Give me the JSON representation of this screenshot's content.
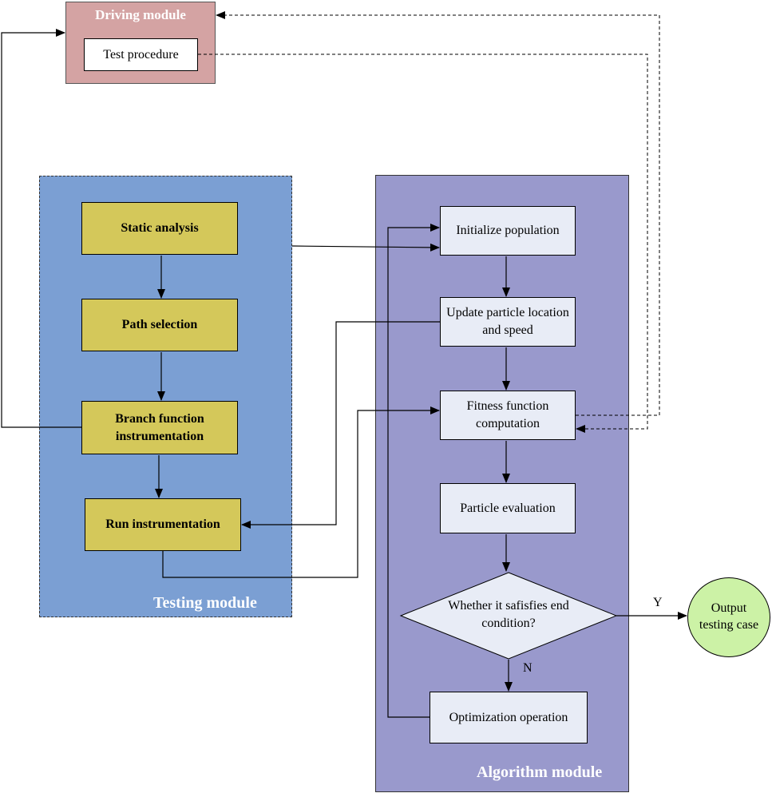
{
  "modules": {
    "driving": {
      "title": "Driving module",
      "procedure": "Test procedure",
      "bg": "#d4a3a3"
    },
    "testing": {
      "title": "Testing module",
      "bg": "#7b9fd3"
    },
    "algorithm": {
      "title": "Algorithm module",
      "bg": "#9999cc"
    }
  },
  "testing_steps": [
    {
      "id": "static",
      "label": "Static analysis"
    },
    {
      "id": "path",
      "label": "Path selection"
    },
    {
      "id": "branch",
      "label": "Branch function instrumentation"
    },
    {
      "id": "run",
      "label": "Run instrumentation"
    }
  ],
  "algorithm_steps": [
    {
      "id": "init",
      "label": "Initialize population"
    },
    {
      "id": "update",
      "label": "Update particle location and speed"
    },
    {
      "id": "fitness",
      "label": "Fitness function computation"
    },
    {
      "id": "eval",
      "label": "Particle evaluation"
    },
    {
      "id": "decision",
      "label": "Whether it safisfies end condition?"
    },
    {
      "id": "optimize",
      "label": "Optimization operation"
    }
  ],
  "output": {
    "label": "Output testing case",
    "color": "#ccf2a6"
  },
  "edge_labels": {
    "yes": "Y",
    "no": "N"
  }
}
